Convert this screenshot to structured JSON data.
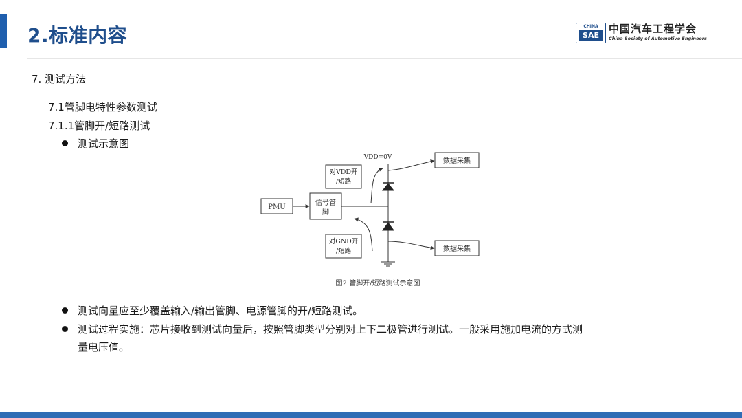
{
  "header": {
    "title": "2.标准内容",
    "logo": {
      "box_top": "CHINA",
      "box_main": "SAE",
      "org_cn": "中国汽车工程学会",
      "org_en": "China Society of Automotive Engineers"
    }
  },
  "content": {
    "section": "7.  测试方法",
    "subsection": "7.1管脚电特性参数测试",
    "subsubsection": "7.1.1管脚开/短路测试",
    "bullet1": "测试示意图",
    "bullet2": "测试向量应至少覆盖输入/输出管脚、电源管脚的开/短路测试。",
    "bullet3_line1": "测试过程实施：芯片接收到测试向量后，按照管脚类型分别对上下二极管进行测试。一般采用施加电流的方式测",
    "bullet3_line2": "量电压值。"
  },
  "diagram": {
    "pmu": "PMU",
    "signal_pin_l1": "信号管",
    "signal_pin_l2": "脚",
    "vdd_label": "VDD=0V",
    "vdd_test_l1": "对VDD开",
    "vdd_test_l2": "/短路",
    "gnd_test_l1": "对GND开",
    "gnd_test_l2": "/短路",
    "daq_top": "数据采集",
    "daq_bottom": "数据采集",
    "caption": "图2 管脚开/短路测试示意图"
  },
  "colors": {
    "accent": "#1f5fae",
    "title": "#1f4e8c",
    "bottom_bar": "#2f6db5"
  }
}
